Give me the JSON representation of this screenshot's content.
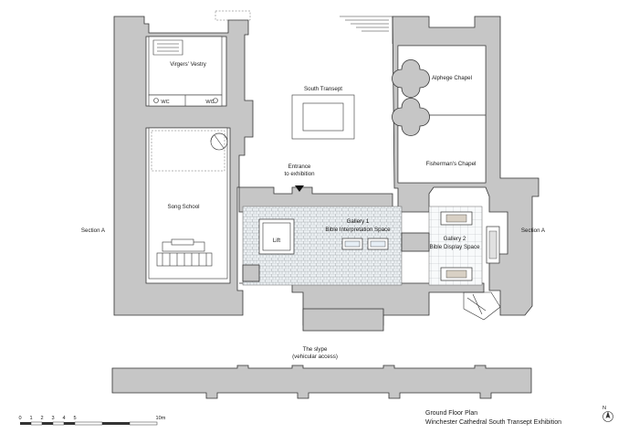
{
  "rooms": {
    "virgers_vestry": "Virgers' Vestry",
    "wc_left": "WC",
    "wc_right": "WC",
    "south_transept": "South Transept",
    "alphege_chapel": "Alphege Chapel",
    "fishermans_chapel": "Fisherman's Chapel",
    "song_school": "Song School",
    "lift": "Lift",
    "gallery1_line1": "Gallery 1",
    "gallery1_line2": "Bible Interpretation Space",
    "gallery2_line1": "Gallery 2",
    "gallery2_line2": "Bible Display Space"
  },
  "entrance": {
    "line1": "Entrance",
    "line2": "to exhibition"
  },
  "section_left": "Section A",
  "section_right": "Section A",
  "slype": {
    "line1": "The slype",
    "line2": "(vehicular access)"
  },
  "scale": {
    "ticks": [
      "0",
      "1",
      "2",
      "3",
      "4",
      "5"
    ],
    "end": "10m"
  },
  "title": {
    "line1": "Ground Floor Plan",
    "line2": "Winchester Cathedral South Transept Exhibition"
  },
  "north": "N"
}
